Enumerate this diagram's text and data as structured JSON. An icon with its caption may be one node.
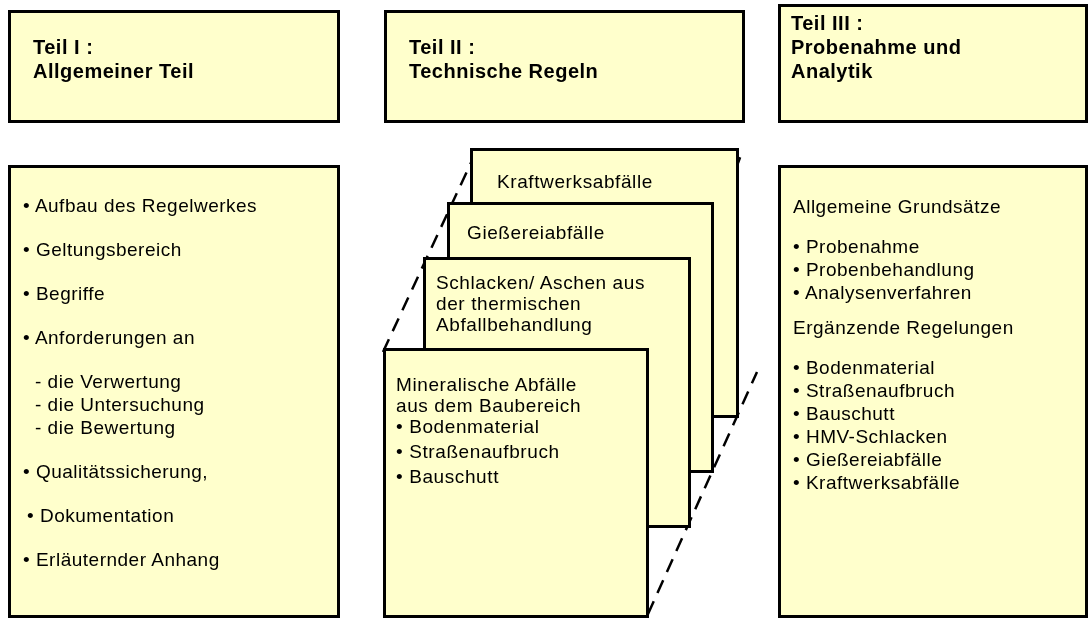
{
  "diagram": {
    "nodes": [
      {
        "text": [
          "Teil I :",
          "Allgemeiner Teil"
        ]
      },
      {
        "text": [
          "Teil II :",
          "Technische Regeln"
        ]
      },
      {
        "text": [
          "Teil III :",
          "Probenahme und Analytik"
        ]
      },
      {
        "text": [
          "• Aufbau des Regelwerkes",
          "• Geltungsbereich",
          "• Begriffe",
          "• Anforderungen an",
          "- die Verwertung",
          "- die Untersuchung",
          "- die Bewertung",
          "• Qualitätssicherung,",
          "• Dokumentation",
          "• Erläuternder Anhang"
        ]
      },
      {
        "text": [
          "Kraftwerksabfälle"
        ]
      },
      {
        "text": [
          "Gießereiabfälle"
        ]
      },
      {
        "text": [
          "Schlacken/ Aschen aus der thermischen Abfallbehandlung"
        ]
      },
      {
        "text": [
          "Mineralische Abfälle aus dem Baubereich",
          "• Bodenmaterial",
          "• Straßenaufbruch",
          "• Bauschutt"
        ]
      },
      {
        "text": [
          "Allgemeine Grundsätze",
          "• Probenahme",
          "• Probenbehandlung",
          "• Analysenverfahren",
          "Ergänzende Regelungen",
          "• Bodenmaterial",
          "• Straßenaufbruch",
          "• Bauschutt",
          "• HMV-Schlacken",
          "• Gießereiabfälle",
          "• Kraftwerksabfälle"
        ]
      }
    ],
    "edges": []
  }
}
